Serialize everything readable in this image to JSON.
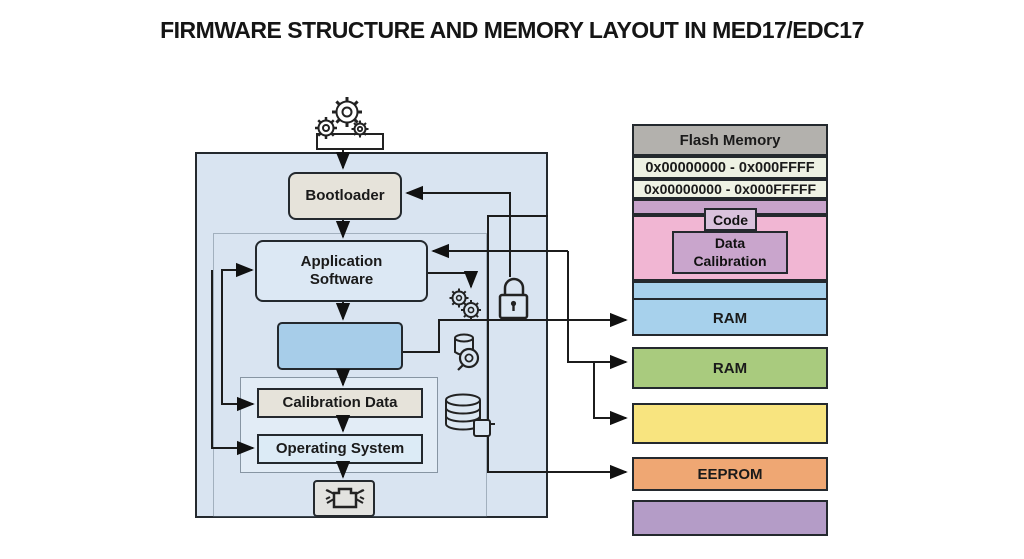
{
  "title": "FIRMWARE STRUCTURE AND MEMORY LAYOUT IN MED17/EDC17",
  "firmware": {
    "bootloader": "Bootloader",
    "application_software": "Application Software",
    "calibration_data": "Calibration Data",
    "operating_system": "Operating System"
  },
  "memory": {
    "rows": [
      {
        "label": "Flash Memory",
        "fill": "#b3b1ad"
      },
      {
        "label": "0x00000000 - 0x000FFFF",
        "fill": "#edf1e3"
      },
      {
        "label": "0x00000000 - 0x000FFFFF",
        "fill": "#eef2e4"
      },
      {
        "label": "",
        "fill": "#c7a3cb"
      },
      {
        "label": "",
        "fill": "#f1b6d3"
      },
      {
        "label": "RAM",
        "fill": "#a7d1ec"
      },
      {
        "label": "RAM",
        "fill": "#a9cb7e"
      },
      {
        "label": "",
        "fill": "#f8e47f"
      },
      {
        "label": "EEPROM",
        "fill": "#efa773"
      },
      {
        "label": "",
        "fill": "#b49cc7"
      }
    ],
    "code": "Code",
    "data_calibration": "Data Calibration"
  },
  "icons": {
    "top": "gears-icon",
    "update": "gears-small-icon",
    "security": "lock-icon",
    "diagnostics": "magnifier-cylinder-icon",
    "storage": "database-icon",
    "ecu": "chip-icon"
  },
  "colors": {
    "container": "#d9e4f1",
    "bootloader": "#e6e3da",
    "application_software": "#dce8f4",
    "blue_block": "#a7cde9",
    "flash_header": "#b3b1ad",
    "ram_blue": "#a7d1ec",
    "ram_green": "#a9cb7e",
    "yellow_block": "#f8e47f",
    "eeprom": "#efa773",
    "purple_block": "#b49cc7",
    "pink_block": "#f1b6d3"
  }
}
